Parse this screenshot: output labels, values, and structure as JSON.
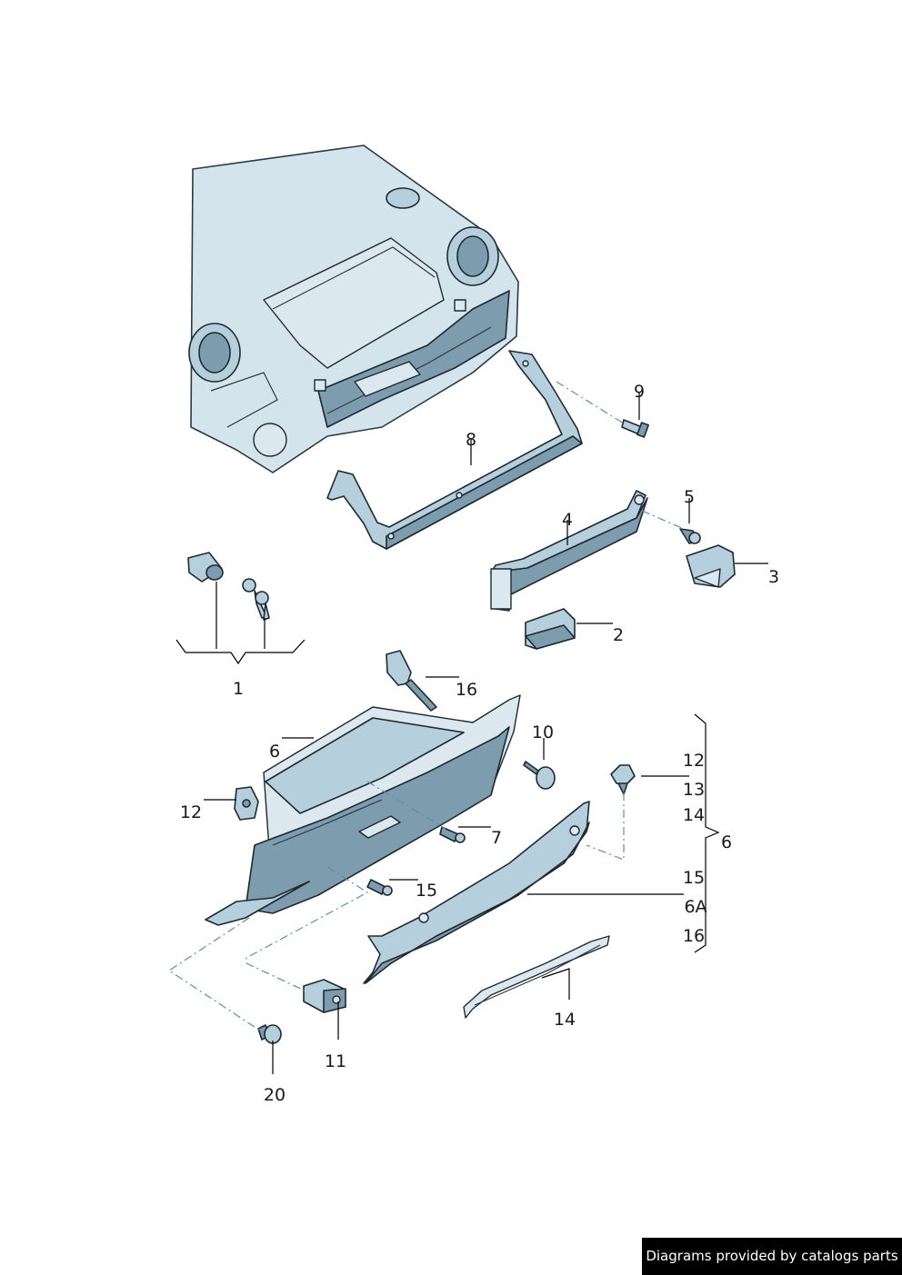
{
  "callouts": {
    "c1": "1",
    "c2": "2",
    "c3": "3",
    "c4": "4",
    "c5": "5",
    "c6a": "6",
    "c6b": "6",
    "c7": "7",
    "c8": "8",
    "c9": "9",
    "c10": "10",
    "c11": "11",
    "c12a": "12",
    "c12b": "12",
    "c13": "13",
    "c14a": "14",
    "c14b": "14",
    "c15a": "15",
    "c15b": "15",
    "c16a": "16",
    "c16b": "16",
    "c6A": "6A",
    "c20": "20"
  },
  "credit": "Diagrams provided by catalogs parts",
  "colors": {
    "part_fill": "#b6cfdc",
    "part_shadow": "#7d9cae",
    "outline": "#1e2a30",
    "leader_dash": "#5f8fa5"
  }
}
